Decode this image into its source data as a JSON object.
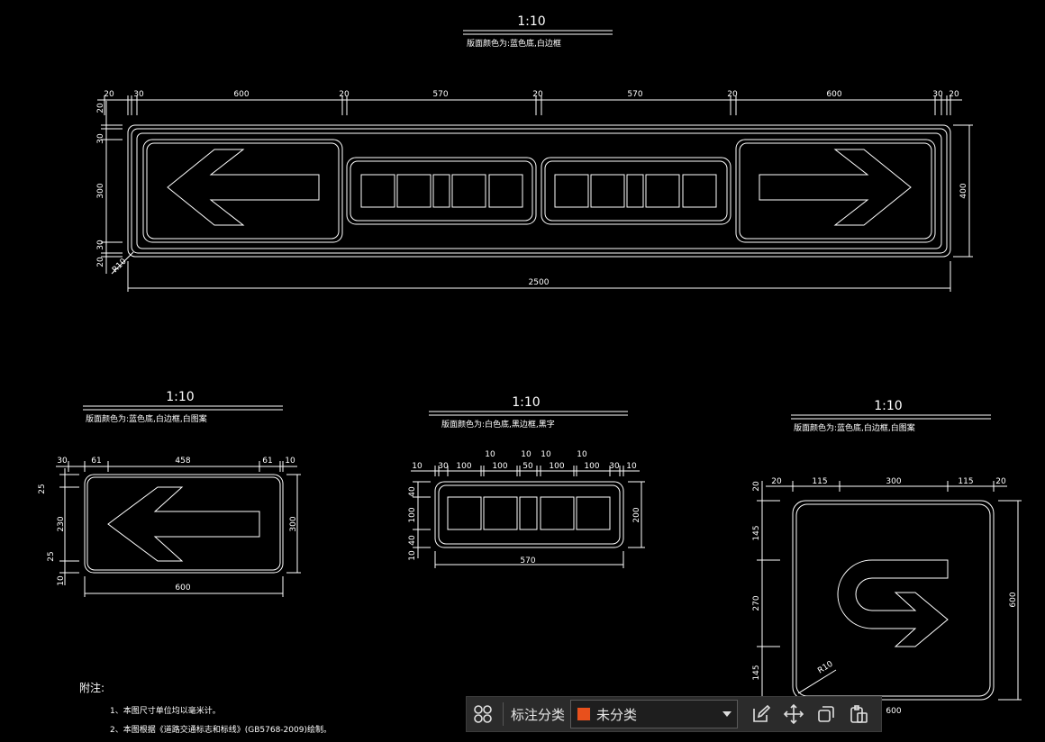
{
  "drawing": {
    "top_sign": {
      "scale": "1:10",
      "note": "版面颜色为:蓝色底,白边框",
      "dims_top": [
        "20",
        "30",
        "600",
        "20",
        "570",
        "20",
        "570",
        "20",
        "600",
        "30",
        "20"
      ],
      "dims_left": [
        "20",
        "30",
        "300",
        "30",
        "20"
      ],
      "radius": "R10",
      "width": "2500",
      "height": "400"
    },
    "left_sign": {
      "scale": "1:10",
      "note": "版面颜色为:蓝色底,白边框,白图案",
      "dims_top": [
        "30",
        "61",
        "458",
        "61",
        "10"
      ],
      "dims_left": [
        "25",
        "230",
        "25",
        "10"
      ],
      "width": "600",
      "height": "300"
    },
    "mid_sign": {
      "scale": "1:10",
      "note": "版面颜色为:白色底,黑边框,黑字",
      "dims_top": [
        "10",
        "30",
        "100",
        "10",
        "100",
        "10",
        "50",
        "10",
        "100",
        "10",
        "100",
        "30",
        "10"
      ],
      "dims_left": [
        "40",
        "100",
        "40",
        "10"
      ],
      "width": "570",
      "height": "200"
    },
    "right_sign": {
      "scale": "1:10",
      "note": "版面颜色为:蓝色底,白边框,白图案",
      "dims_top": [
        "20",
        "115",
        "300",
        "115",
        "20"
      ],
      "dims_left": [
        "20",
        "145",
        "270",
        "145"
      ],
      "radius": "R10",
      "width": "600",
      "height": "600"
    },
    "notes": {
      "title": "附注:",
      "items": [
        "1、本图尺寸单位均以毫米计。",
        "2、本图根据《道路交通标志和标线》(GB5768-2009)绘制。"
      ]
    }
  },
  "toolbar": {
    "grid_icon": "grid-icon",
    "label": "标注分类",
    "category_value": "未分类",
    "category_color": "#e8501c",
    "icons": [
      "edit-icon",
      "move-icon",
      "copy-icon",
      "paste-icon"
    ]
  }
}
